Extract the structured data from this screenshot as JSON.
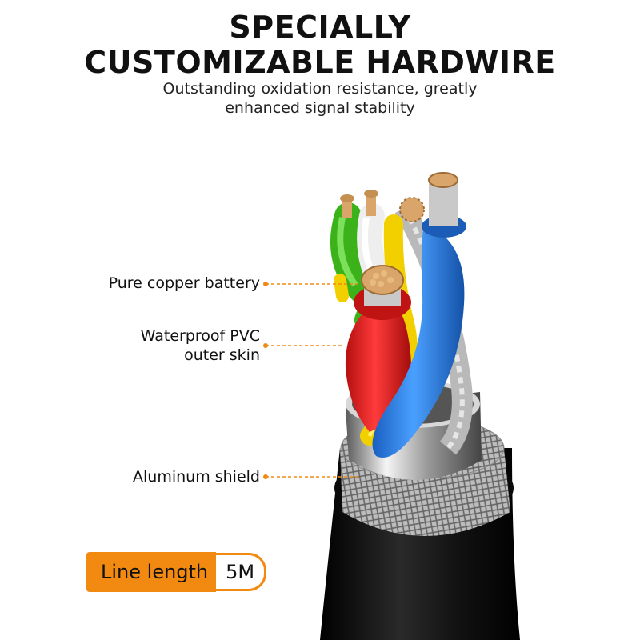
{
  "heading": {
    "line1": "SPECIALLY",
    "line2": "CUSTOMIZABLE HARDWIRE"
  },
  "subheading": {
    "line1": "Outstanding oxidation resistance, greatly",
    "line2": "enhanced signal stability"
  },
  "callouts": {
    "copper": "Pure copper battery",
    "pvc_line1": "Waterproof PVC",
    "pvc_line2": "outer skin",
    "shield": "Aluminum shield"
  },
  "badge": {
    "label": "Line length",
    "value": "5M"
  },
  "colors": {
    "accent": "#f28a12",
    "wire_green": "#4cc41f",
    "wire_white": "#f2f2f2",
    "wire_yellow": "#f5d400",
    "wire_red": "#e21b1b",
    "wire_blue": "#2f7fe0",
    "copper": "#d9a56a",
    "jacket": "#111111"
  }
}
